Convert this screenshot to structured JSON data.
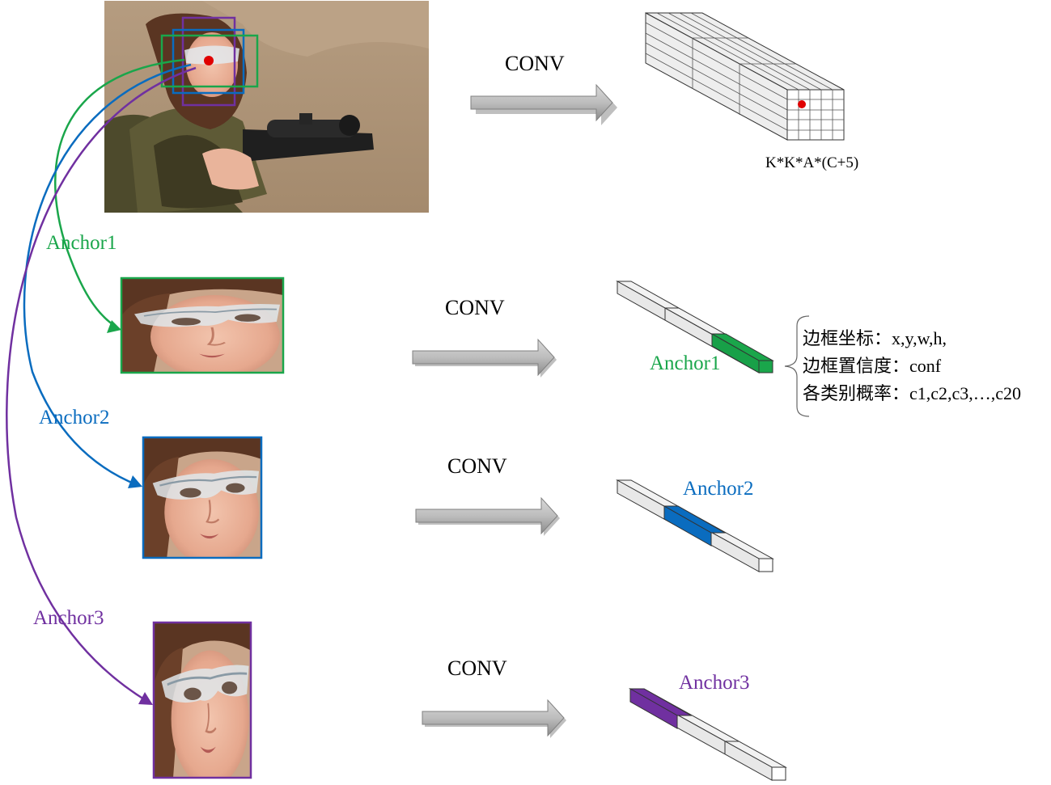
{
  "colors": {
    "anchor1": "#1aa64b",
    "anchor2": "#0a6cbf",
    "anchor3": "#7030a0",
    "center_point": "#e00000",
    "arrow_fill": "#b3b3b3",
    "tensor_face": "#eeeeee",
    "tensor_line": "#333333"
  },
  "top_row": {
    "conv_label": "CONV",
    "tensor_formula": "K*K*A*(C+5)"
  },
  "anchors": [
    {
      "name": "Anchor1",
      "conv_label": "CONV",
      "bar_label": "Anchor1"
    },
    {
      "name": "Anchor2",
      "conv_label": "CONV",
      "bar_label": "Anchor2"
    },
    {
      "name": "Anchor3",
      "conv_label": "CONV",
      "bar_label": "Anchor3"
    }
  ],
  "attributes": {
    "line1": "边框坐标：x,y,w,h,",
    "line2": "边框置信度：conf",
    "line3": "各类别概率：c1,c2,c3,…,c20"
  },
  "images": {
    "main_photo": "photo-girl-with-rifle-icon",
    "crop_icon": "face-crop-icon"
  }
}
